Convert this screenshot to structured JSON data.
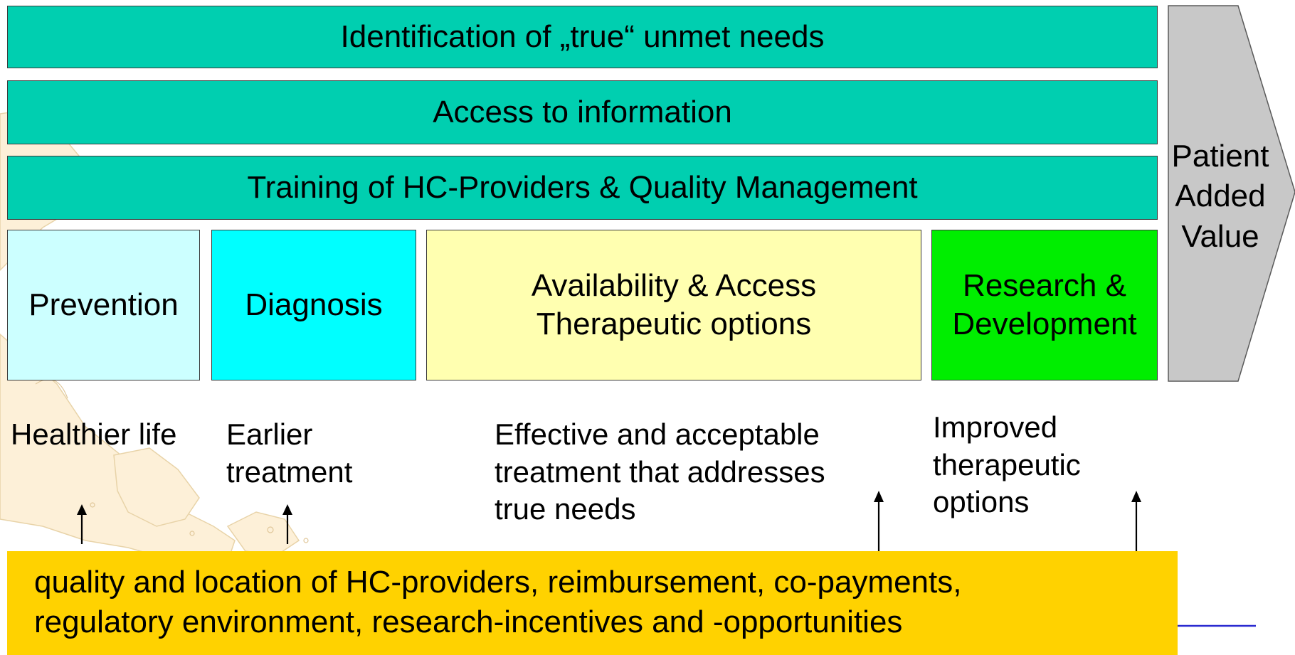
{
  "bands": {
    "identification": "Identification of „true“ unmet needs",
    "access_information": "Access to information",
    "training": "Training of HC-Providers & Quality Management"
  },
  "stages": {
    "prevention": "Prevention",
    "diagnosis": "Diagnosis",
    "availability_line1": "Availability & Access",
    "availability_line2": "Therapeutic options",
    "research_line1": "Research &",
    "research_line2": "Development"
  },
  "patient_added_value": {
    "line1": "Patient",
    "line2": "Added",
    "line3": "Value"
  },
  "outcomes": {
    "healthier_life": "Healthier life",
    "earlier_line1": "Earlier",
    "earlier_line2": "treatment",
    "effective_line1": "Effective and acceptable",
    "effective_line2": "treatment that addresses",
    "effective_line3": "true needs",
    "improved_line1": "Improved",
    "improved_line2": "therapeutic",
    "improved_line3": "options"
  },
  "footer": {
    "line1": "quality and location of HC-providers, reimbursement, co-payments,",
    "line2": "regulatory environment, research-incentives and -opportunities"
  },
  "colors": {
    "band": "#00cfb0",
    "prevention": "#ccffff",
    "diagnosis": "#00ffff",
    "availability": "#ffffb0",
    "research": "#00ee00",
    "patient_value": "#c8c8c8",
    "footer": "#ffd200",
    "accent_line": "#2a2ad0"
  }
}
